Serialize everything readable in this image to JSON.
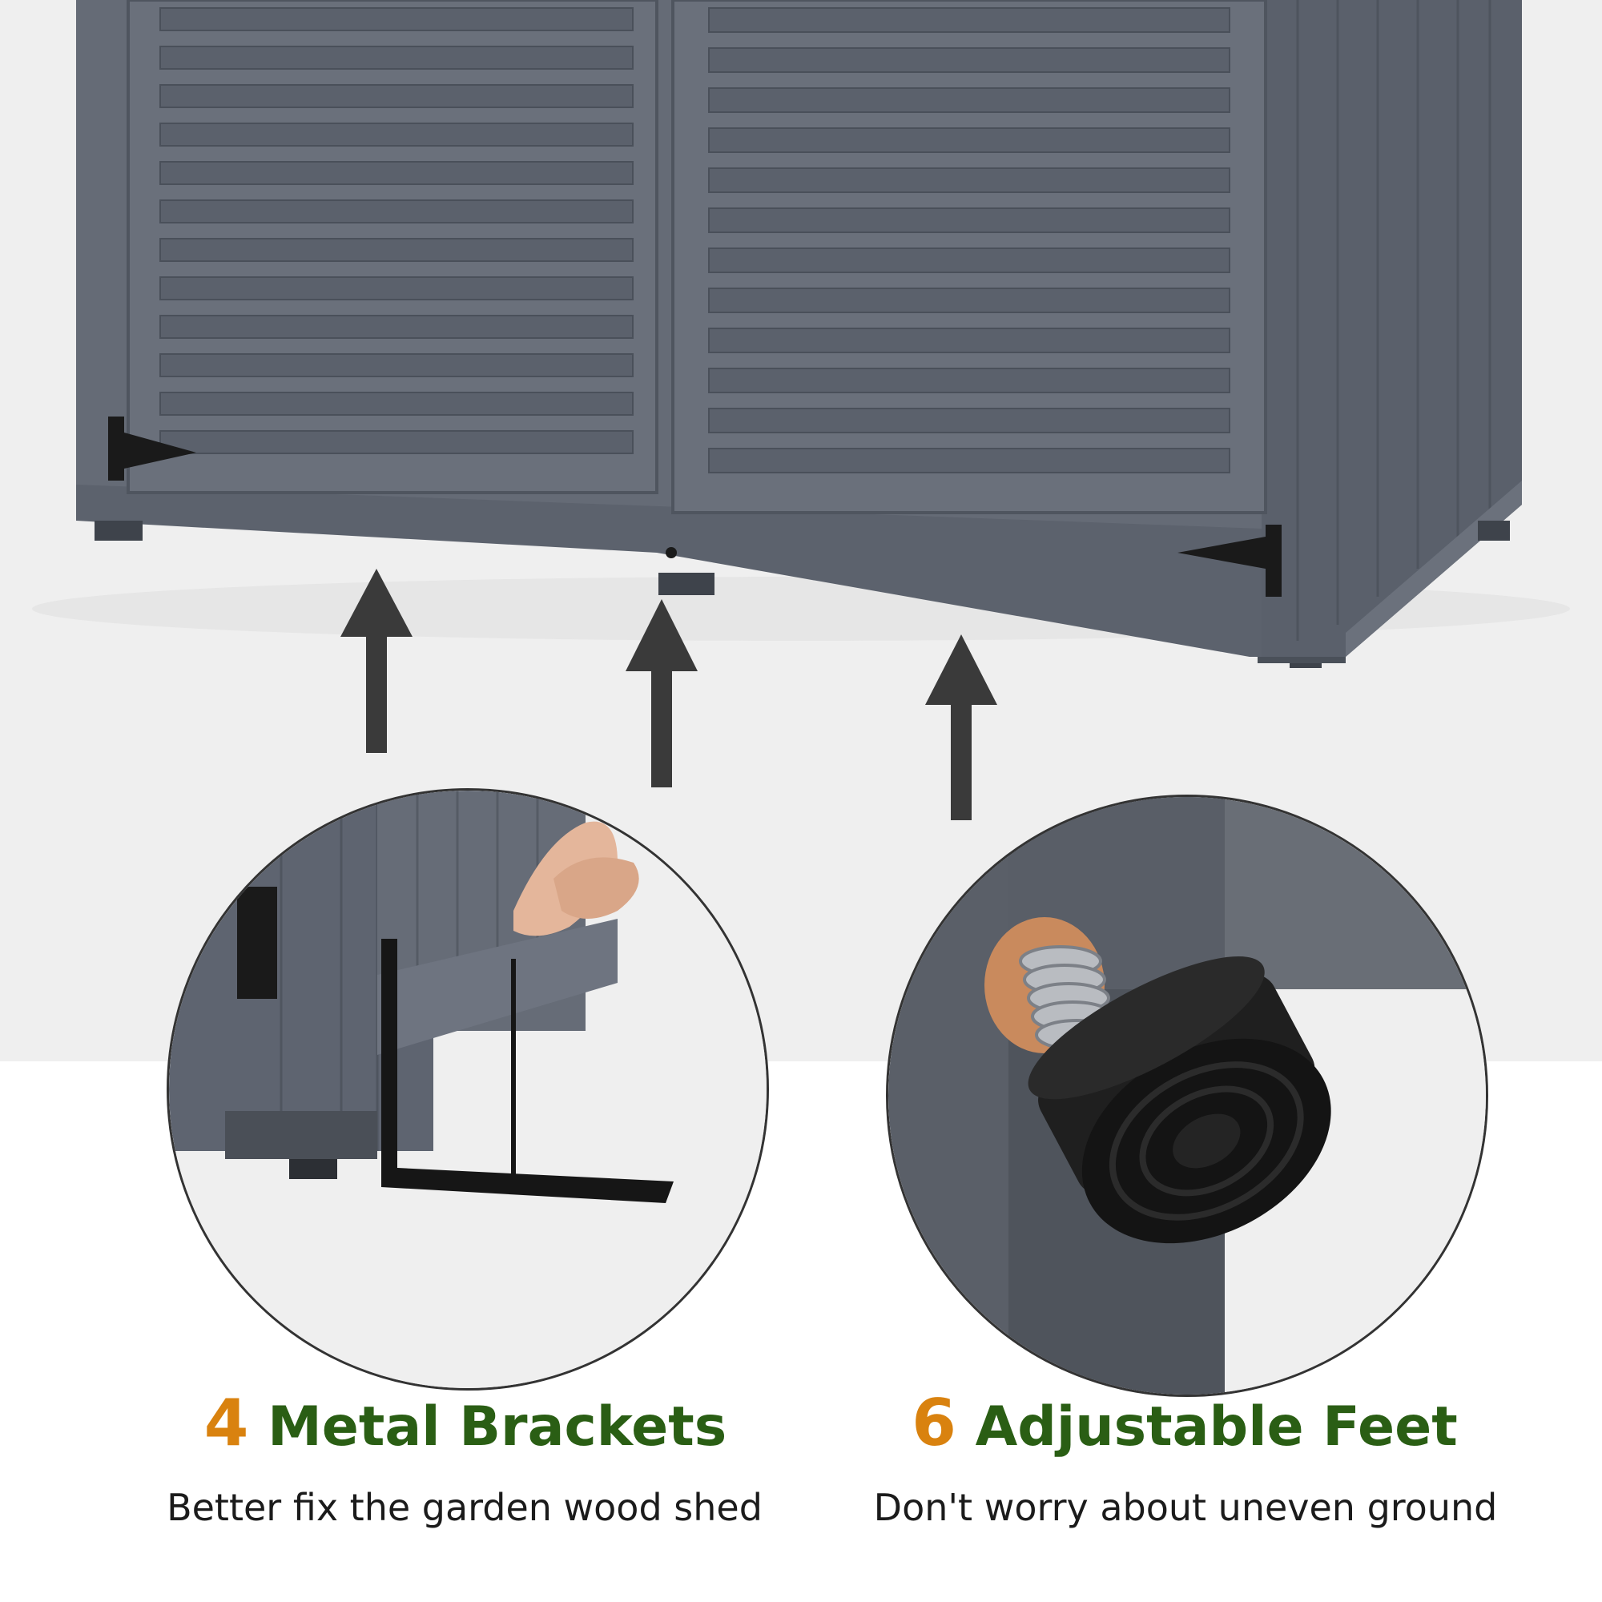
{
  "features": [
    {
      "number": "4",
      "label": "Metal Brackets",
      "subtitle": "Better fix the garden wood shed"
    },
    {
      "number": "6",
      "label": "Adjustable Feet",
      "subtitle": "Don't worry about uneven ground"
    }
  ],
  "colors": {
    "number": "#d9820f",
    "label": "#2a5e14",
    "subtitle": "#1b1b1b",
    "shed": "#5f6570",
    "arrow": "#3a3a3a",
    "backdrop": "#efefef"
  }
}
